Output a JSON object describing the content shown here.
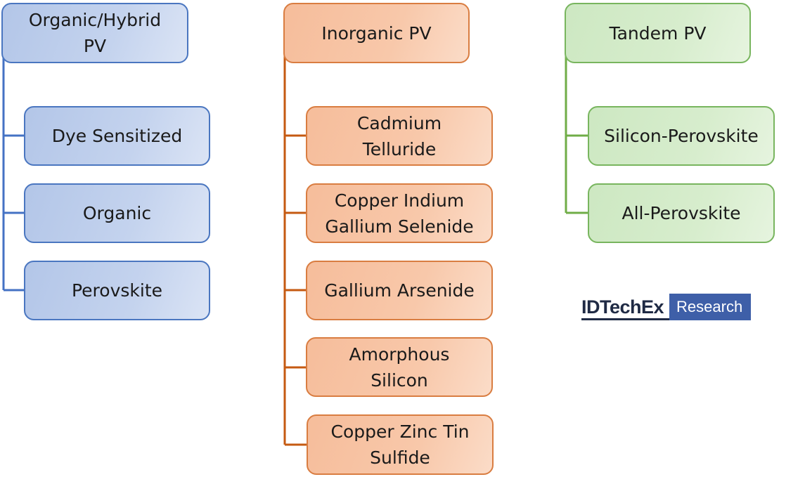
{
  "columns": [
    {
      "header": "Organic/Hybrid\nPV",
      "color": "#4472c4",
      "items": [
        "Dye Sensitized",
        "Organic",
        "Perovskite"
      ]
    },
    {
      "header": "Inorganic PV",
      "color": "#c55a11",
      "items": [
        "Cadmium\nTelluride",
        "Copper Indium\nGallium Selenide",
        "Gallium Arsenide",
        "Amorphous\nSilicon",
        "Copper Zinc Tin\nSulfide"
      ]
    },
    {
      "header": "Tandem PV",
      "color": "#70ad47",
      "items": [
        "Silicon-Perovskite",
        "All-Perovskite"
      ]
    }
  ],
  "logo": {
    "brand": "IDTechEx",
    "badge": "Research"
  }
}
